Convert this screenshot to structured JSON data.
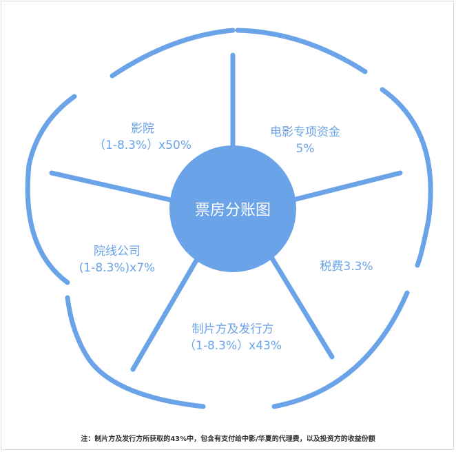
{
  "center": {
    "title": "票房分账图"
  },
  "segments": {
    "cinema": {
      "line1": "影院",
      "line2": "（1-8.3%）x50%"
    },
    "fund": {
      "line1": "电影专项资金",
      "line2": "5%"
    },
    "tax": {
      "line1": "税费3.3%"
    },
    "chain": {
      "line1": "院线公司",
      "line2": "(1-8.3%)x7%"
    },
    "producer": {
      "line1": "制片方及发行方",
      "line2": "（1-8.3%）x43%"
    }
  },
  "footnote": {
    "text": "注：制片方及发行方所获取的43%中，包含有支付给中影/华夏的代理费，以及投资方的收益份额"
  },
  "colors": {
    "accent": "#6aa3e8",
    "center_fill": "#6aa3e8",
    "text": "#6aa3e8"
  }
}
